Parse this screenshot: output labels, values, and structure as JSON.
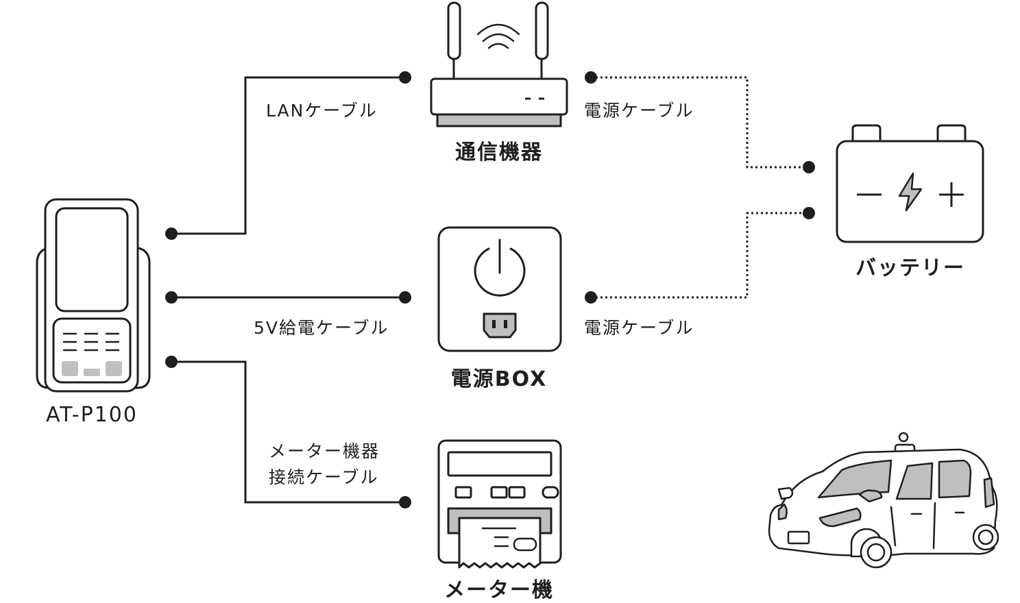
{
  "devices": {
    "terminal": {
      "label": "AT-P100",
      "icon": "payment-terminal-icon"
    },
    "router": {
      "label": "通信機器",
      "icon": "router-icon"
    },
    "power_box": {
      "label": "電源BOX",
      "icon": "power-box-icon"
    },
    "meter": {
      "label": "メーター機",
      "icon": "taxi-meter-icon"
    },
    "battery": {
      "label": "バッテリー",
      "icon": "battery-icon"
    },
    "taxi": {
      "icon": "taxi-car-icon"
    }
  },
  "cables": {
    "lan": "LANケーブル",
    "usb_5v": "5V給電ケーブル",
    "meter_line1": "メーター機器",
    "meter_line2": "接続ケーブル",
    "power_router": "電源ケーブル",
    "power_box": "電源ケーブル"
  },
  "colors": {
    "line": "#1e1e1e",
    "gray": "#bfbfbf",
    "fill": "#ffffff"
  }
}
